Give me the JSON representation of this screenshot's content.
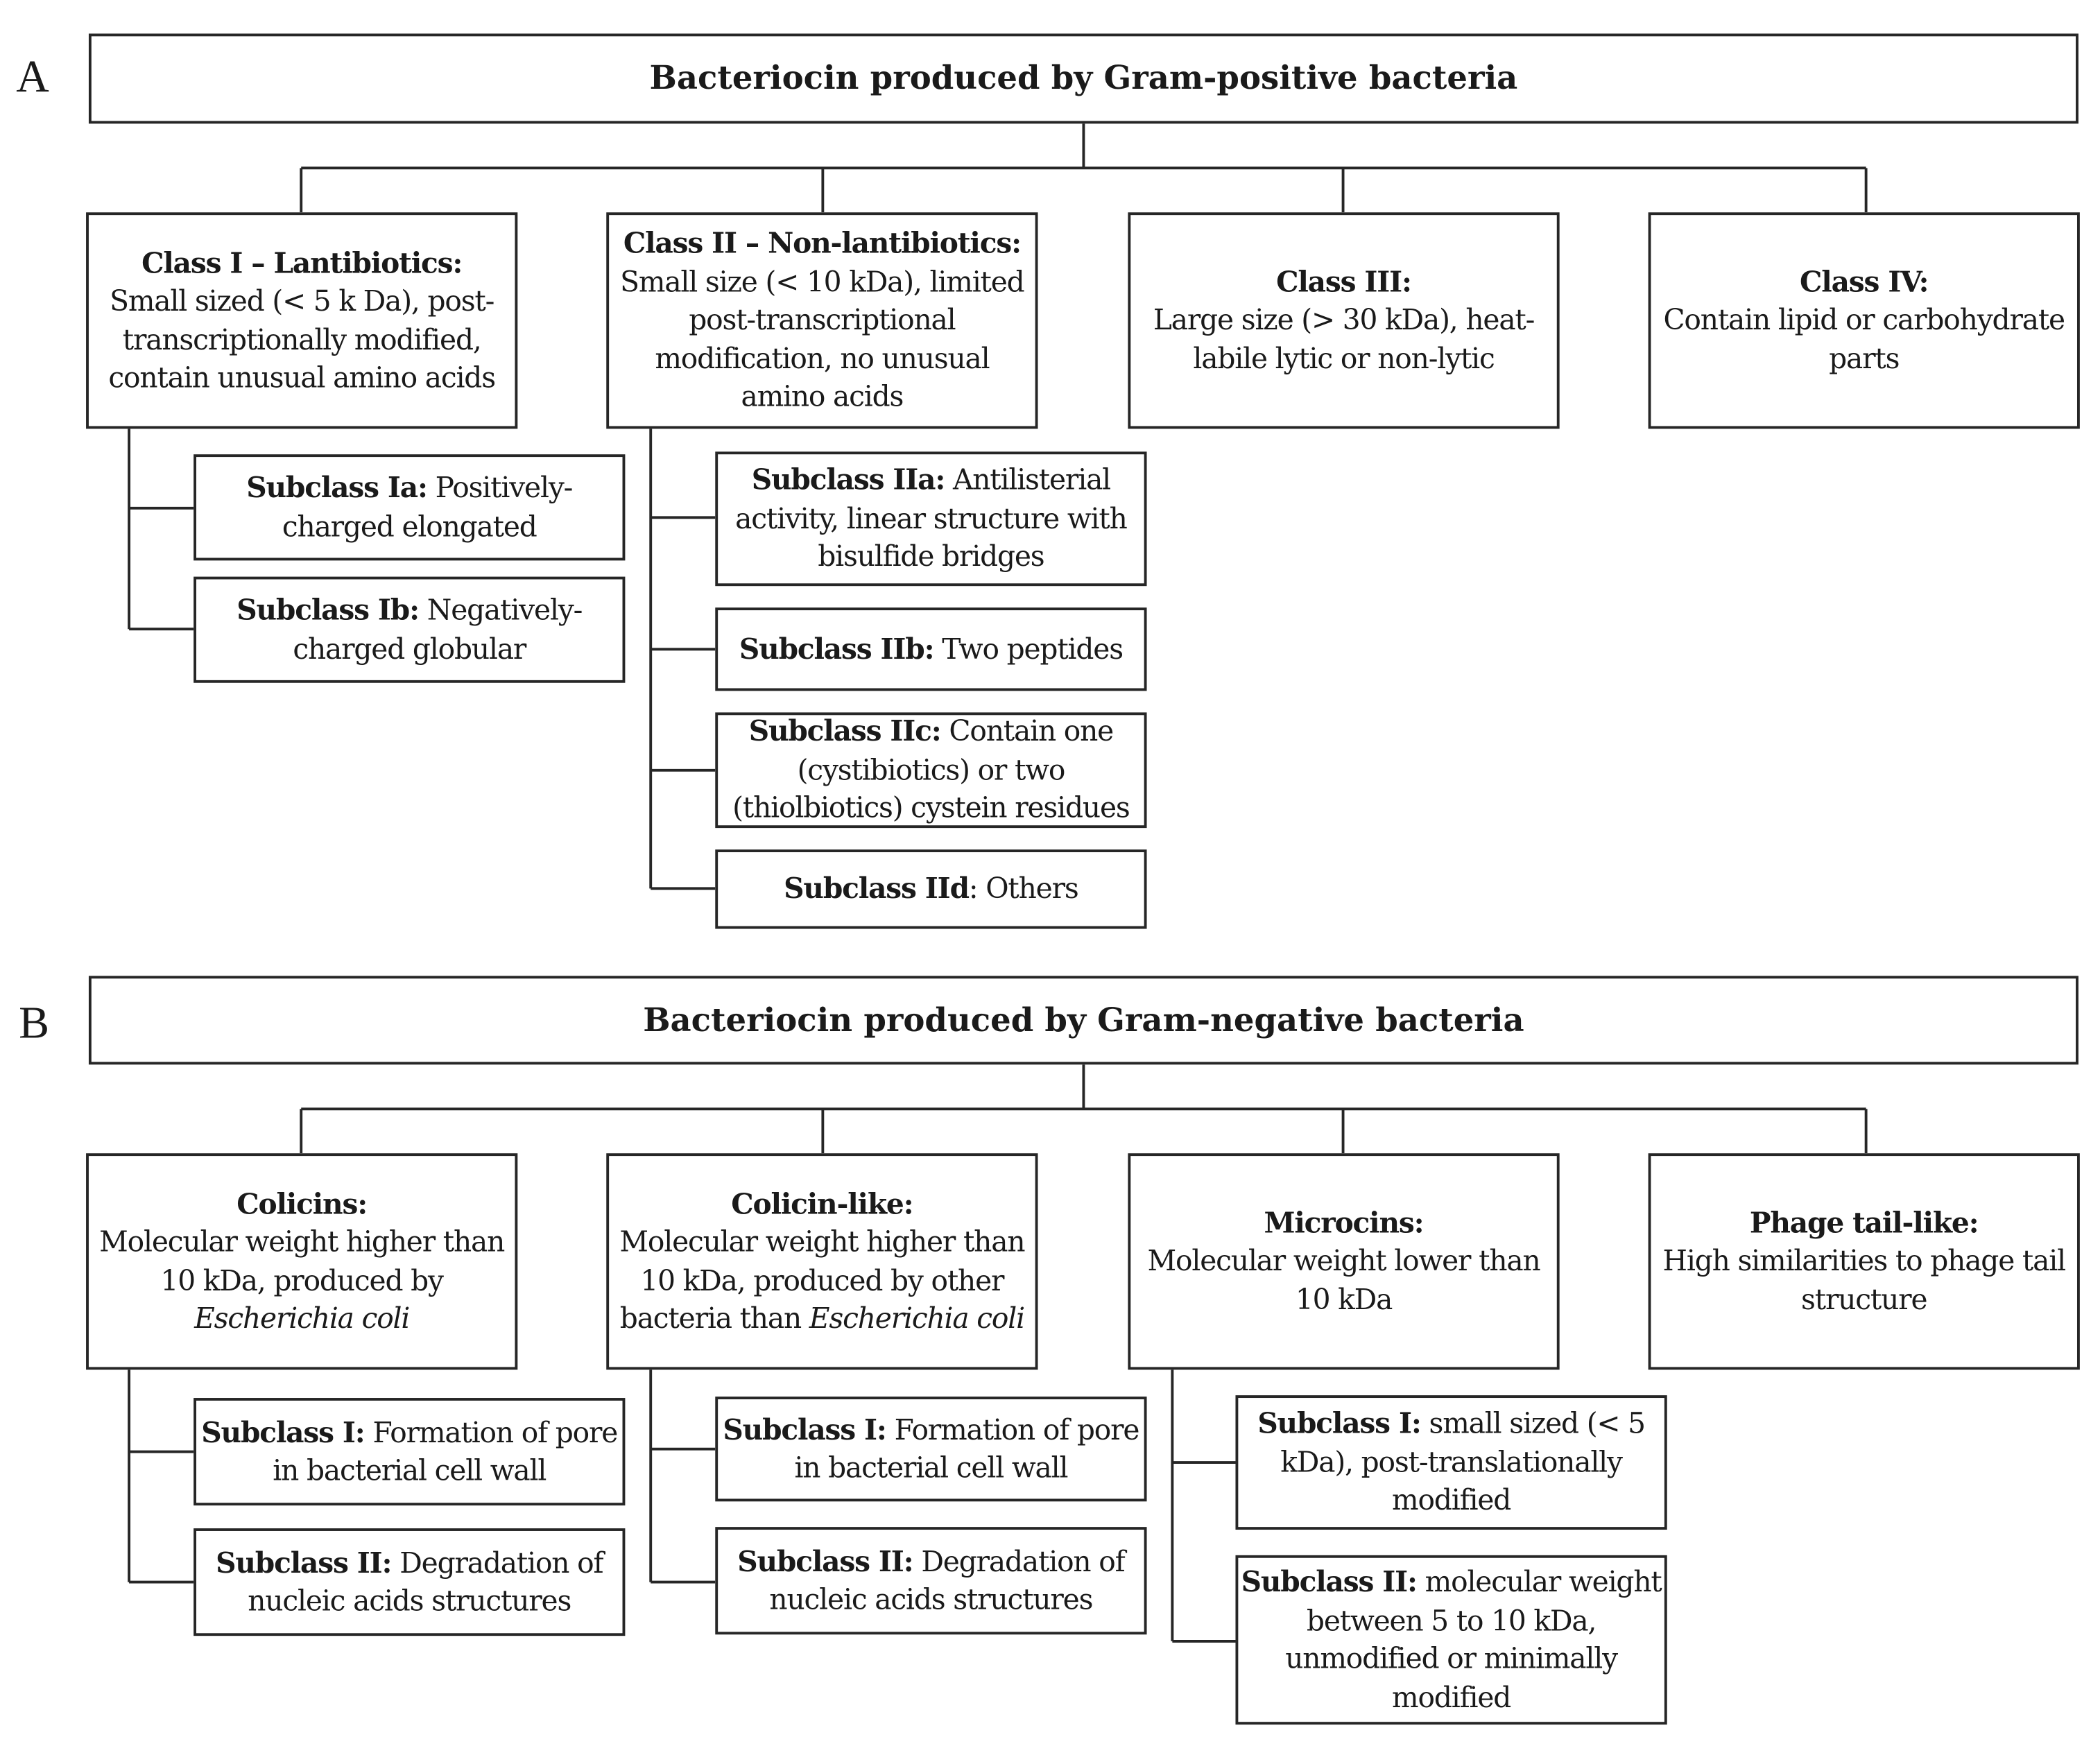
{
  "panel_a": {
    "letter": "A",
    "header": "Bacteriocin produced by Gram-positive bacteria",
    "classes": [
      {
        "title": "Class I – Lantibiotics:",
        "text": "Small sized (< 5 k Da), post-transcriptionally modified, contain unusual amino acids",
        "subclasses": [
          {
            "title": "Subclass Ia:",
            "text": "Positively-charged elongated"
          },
          {
            "title": "Subclass Ib:",
            "text": "Negatively-charged globular"
          }
        ]
      },
      {
        "title": "Class II – Non-lantibiotics:",
        "text": "Small size (< 10 kDa), limited post-transcriptional modification, no unusual amino acids",
        "subclasses": [
          {
            "title": "Subclass IIa:",
            "text": "Antilisterial activity, linear structure with bisulfide bridges"
          },
          {
            "title": "Subclass IIb:",
            "text": "Two peptides"
          },
          {
            "title": "Subclass IIc:",
            "text": "Contain one (cystibiotics) or two (thiolbiotics) cystein residues"
          },
          {
            "title": "Subclass IId",
            "text": ": Others"
          }
        ]
      },
      {
        "title": "Class III:",
        "text": "Large size (> 30 kDa), heat-labile lytic or non-lytic"
      },
      {
        "title": "Class IV:",
        "text": "Contain lipid or carbohydrate parts"
      }
    ]
  },
  "panel_b": {
    "letter": "B",
    "header": "Bacteriocin produced by Gram-negative bacteria",
    "classes": [
      {
        "title": "Colicins:",
        "text": "Molecular weight higher than 10 kDa, produced by",
        "text_italic": "Escherichia coli",
        "subclasses": [
          {
            "title": "Subclass I:",
            "text": "Formation of pore in bacterial cell wall"
          },
          {
            "title": "Subclass II:",
            "text": "Degradation of nucleic acids structures"
          }
        ]
      },
      {
        "title": "Colicin-like:",
        "text": "Molecular weight higher than 10 kDa, produced by other bacteria than",
        "text_italic": "Escherichia coli",
        "subclasses": [
          {
            "title": "Subclass I:",
            "text": "Formation of pore in bacterial cell wall"
          },
          {
            "title": "Subclass II:",
            "text": "Degradation of nucleic acids structures"
          }
        ]
      },
      {
        "title": "Microcins:",
        "text": "Molecular weight lower than 10 kDa",
        "subclasses": [
          {
            "title": "Subclass I:",
            "text": "small sized (< 5 kDa), post-translationally modified"
          },
          {
            "title": "Subclass II:",
            "text": "molecular weight between 5 to 10 kDa, unmodified or minimally modified"
          }
        ]
      },
      {
        "title": "Phage tail-like:",
        "text": "High similarities to phage tail structure"
      }
    ]
  }
}
